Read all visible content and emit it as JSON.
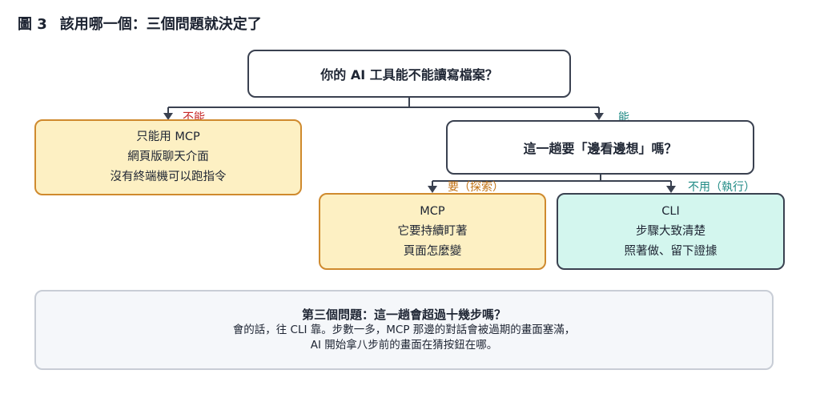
{
  "figure": {
    "number": "圖 3",
    "title": "該用哪一個：三個問題就決定了"
  },
  "root_question": "你的 AI 工具能不能讀寫檔案？",
  "branch_no": {
    "label": "不能",
    "lines": [
      "只能用 MCP",
      "網頁版聊天介面",
      "沒有終端機可以跑指令"
    ]
  },
  "branch_yes": {
    "label": "能",
    "question": "這一趟要「邊看邊想」嗎？",
    "option_explore": {
      "label": "要（探索）",
      "lines": [
        "MCP",
        "它要持續盯著",
        "頁面怎麼變"
      ]
    },
    "option_execute": {
      "label": "不用（執行）",
      "lines": [
        "CLI",
        "步驟大致清楚",
        "照著做、留下證據"
      ]
    }
  },
  "note": {
    "title": "第三個問題：這一趟會超過十幾步嗎？",
    "lines": [
      "會的話，往 CLI 靠。步數一多，MCP 那邊的對話會被過期的畫面塞滿，",
      "AI 開始拿八步前的畫面在猜按鈕在哪。"
    ]
  },
  "colors": {
    "no_label": "#c62828",
    "yes_label": "#1f8a84",
    "explore_label": "#c27214",
    "yellow_fill": "#fdf0c3",
    "teal_fill": "#d3f6ee"
  }
}
